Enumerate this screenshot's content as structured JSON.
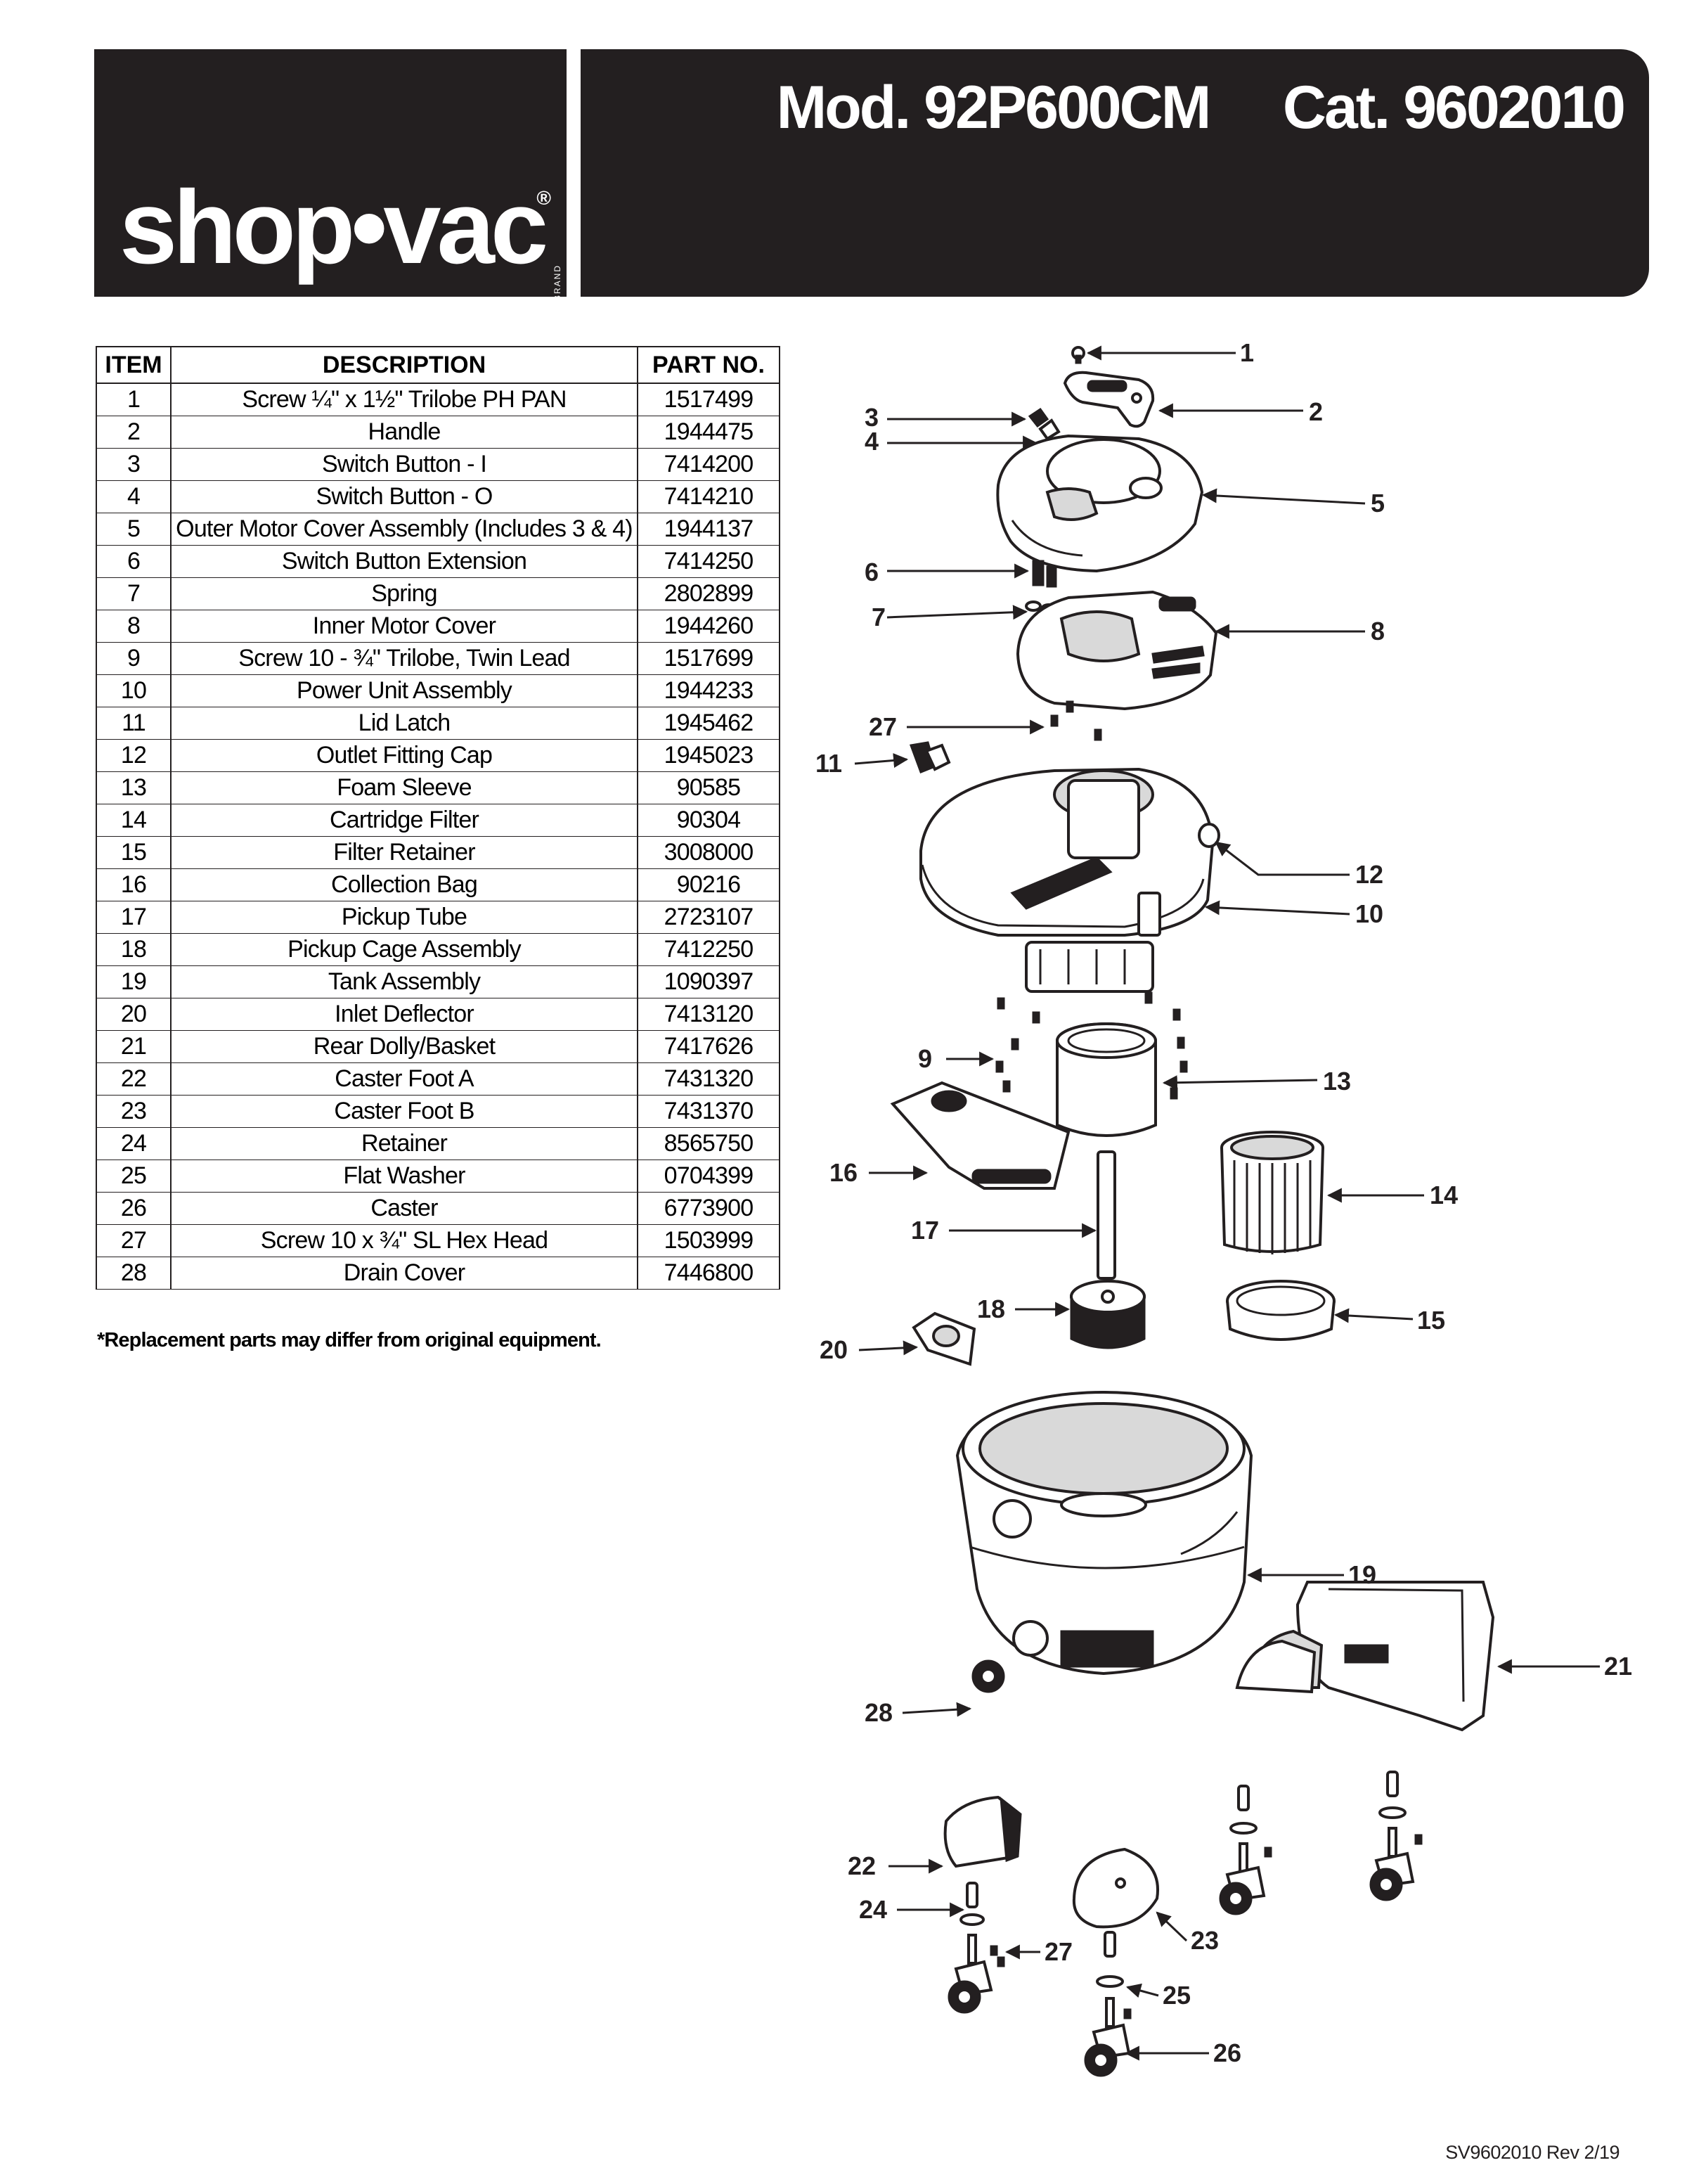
{
  "header": {
    "brand": "shop•vac",
    "brand_reg": "®",
    "brand_small": "BRAND",
    "title": "Mod. 92P600CM     Cat. 9602010"
  },
  "parts_table": {
    "columns": [
      "ITEM",
      "DESCRIPTION",
      "PART NO."
    ],
    "rows": [
      [
        "1",
        "Screw ¼\" x 1½\" Trilobe PH PAN",
        "1517499"
      ],
      [
        "2",
        "Handle",
        "1944475"
      ],
      [
        "3",
        "Switch Button - I",
        "7414200"
      ],
      [
        "4",
        "Switch Button - O",
        "7414210"
      ],
      [
        "5",
        "Outer Motor Cover Assembly (Includes 3 & 4)",
        "1944137"
      ],
      [
        "6",
        "Switch Button Extension",
        "7414250"
      ],
      [
        "7",
        "Spring",
        "2802899"
      ],
      [
        "8",
        "Inner Motor Cover",
        "1944260"
      ],
      [
        "9",
        "Screw 10 - ¾\" Trilobe, Twin Lead",
        "1517699"
      ],
      [
        "10",
        "Power Unit Assembly",
        "1944233"
      ],
      [
        "11",
        "Lid Latch",
        "1945462"
      ],
      [
        "12",
        "Outlet Fitting Cap",
        "1945023"
      ],
      [
        "13",
        "Foam Sleeve",
        "90585"
      ],
      [
        "14",
        "Cartridge Filter",
        "90304"
      ],
      [
        "15",
        "Filter Retainer",
        "3008000"
      ],
      [
        "16",
        "Collection Bag",
        "90216"
      ],
      [
        "17",
        "Pickup Tube",
        "2723107"
      ],
      [
        "18",
        "Pickup Cage Assembly",
        "7412250"
      ],
      [
        "19",
        "Tank Assembly",
        "1090397"
      ],
      [
        "20",
        "Inlet Deflector",
        "7413120"
      ],
      [
        "21",
        "Rear Dolly/Basket",
        "7417626"
      ],
      [
        "22",
        "Caster Foot A",
        "7431320"
      ],
      [
        "23",
        "Caster Foot B",
        "7431370"
      ],
      [
        "24",
        "Retainer",
        "8565750"
      ],
      [
        "25",
        "Flat Washer",
        "0704399"
      ],
      [
        "26",
        "Caster",
        "6773900"
      ],
      [
        "27",
        "Screw 10 x ¾\" SL Hex Head",
        "1503999"
      ],
      [
        "28",
        "Drain Cover",
        "7446800"
      ]
    ]
  },
  "footnote": "*Replacement parts may differ from original equipment.",
  "callouts": {
    "c1": "1",
    "c2": "2",
    "c3": "3",
    "c4": "4",
    "c5": "5",
    "c6": "6",
    "c7": "7",
    "c8": "8",
    "c9": "9",
    "c10": "10",
    "c11": "11",
    "c12": "12",
    "c13": "13",
    "c14": "14",
    "c15": "15",
    "c16": "16",
    "c17": "17",
    "c18": "18",
    "c19": "19",
    "c20": "20",
    "c21": "21",
    "c22": "22",
    "c23": "23",
    "c24": "24",
    "c25": "25",
    "c26": "26",
    "c27a": "27",
    "c27b": "27",
    "c28": "28"
  },
  "revision": "SV9602010 Rev 2/19"
}
